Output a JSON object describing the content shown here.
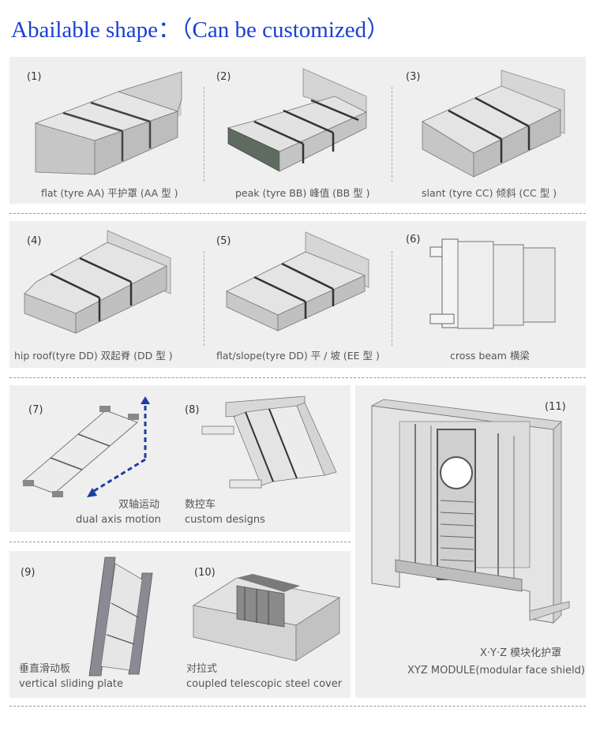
{
  "title": "Abailable shape：（Can be customized）",
  "items": [
    {
      "num": "(1)",
      "caption": "flat (tyre AA) 平护罩 (AA 型 )"
    },
    {
      "num": "(2)",
      "caption": "peak (tyre BB)  峰值 (BB 型 )"
    },
    {
      "num": "(3)",
      "caption": "slant (tyre CC)  倾斜 (CC 型 )"
    },
    {
      "num": "(4)",
      "caption": "hip roof(tyre DD) 双起脊 (DD 型 )"
    },
    {
      "num": "(5)",
      "caption": "flat/slope(tyre DD) 平 / 坡 (EE 型 )"
    },
    {
      "num": "(6)",
      "caption": "cross beam   横梁"
    },
    {
      "num": "(7)",
      "caption_cn": "双轴运动",
      "caption_en": "dual axis motion"
    },
    {
      "num": "(8)",
      "caption_cn": "数控车",
      "caption_en": "custom designs"
    },
    {
      "num": "(9)",
      "caption_cn": "垂直滑动板",
      "caption_en": "vertical sliding plate"
    },
    {
      "num": "(10)",
      "caption_cn": "对拉式",
      "caption_en": "coupled telescopic steel cover"
    },
    {
      "num": "(11)",
      "caption_cn": "X·Y·Z 模块化护罩",
      "caption_en": "XYZ MODULE(modular face shield)"
    }
  ]
}
